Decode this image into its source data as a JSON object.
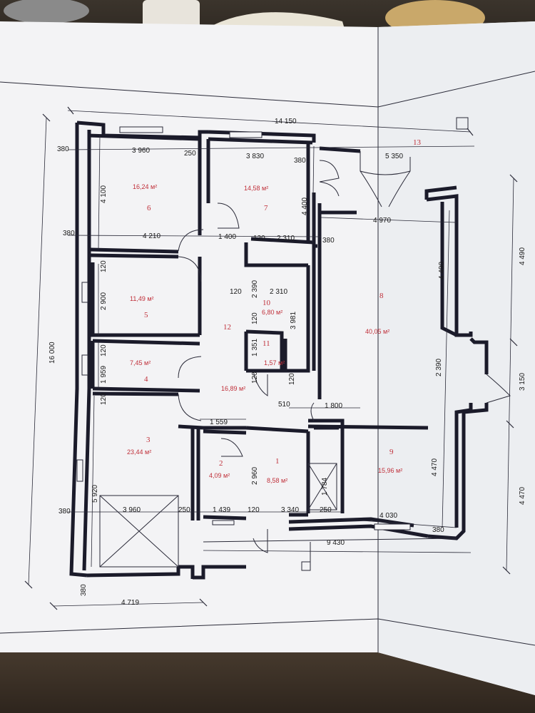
{
  "dimensions": {
    "total_width": "14 150",
    "total_height": "16 000",
    "bottom_width": "4 719",
    "bottom_right": "9 430",
    "right_upper": "4 490",
    "right_mid": "3 150",
    "right_lower": "4 470",
    "room8_height": "4 490",
    "room8_mid": "2 390",
    "room9_height": "4 470",
    "wall_380_a": "380",
    "wall_380_b": "380",
    "wall_380_c": "380",
    "wall_380_d": "380",
    "wall_380_e": "380",
    "wall_380_f": "380",
    "wall_380_g": "380",
    "wall_250_a": "250",
    "wall_250_b": "250",
    "wall_250_c": "250",
    "wall_120_a": "120",
    "wall_120_b": "120",
    "wall_120_c": "120",
    "wall_120_d": "120",
    "wall_120_e": "120",
    "wall_120_f": "120",
    "wall_120_g": "120",
    "wall_120_h": "120",
    "w_3960_top": "3 960",
    "w_3830": "3 830",
    "w_5350": "5 350",
    "w_4210": "4 210",
    "w_1400": "1 400",
    "w_2310_a": "2 310",
    "w_2310_b": "2 310",
    "w_4970": "4 970",
    "w_1559": "1 559",
    "w_510": "510",
    "w_1800": "1 800",
    "w_3960_bottom": "3 960",
    "w_1439": "1 439",
    "w_3340": "3 340",
    "w_4030": "4 030",
    "h_4100": "4 100",
    "h_4400": "4 400",
    "h_2900": "2 900",
    "h_2390": "2 390",
    "h_3981": "3 981",
    "h_1351": "1 351",
    "h_1959": "1 959",
    "h_5920": "5 920",
    "h_2960": "2 960",
    "h_1784": "1 784"
  },
  "rooms": [
    {
      "number": "1",
      "area": "8,58 м²"
    },
    {
      "number": "2",
      "area": "4,09 м²"
    },
    {
      "number": "3",
      "area": "23,44 м²"
    },
    {
      "number": "4",
      "area": "7,45 м²"
    },
    {
      "number": "5",
      "area": "11,49 м²"
    },
    {
      "number": "6",
      "area": "16,24 м²"
    },
    {
      "number": "7",
      "area": "14,58 м²"
    },
    {
      "number": "8",
      "area": "40,05 м²"
    },
    {
      "number": "9",
      "area": "15,96 м²"
    },
    {
      "number": "10",
      "area": "6,80 м²"
    },
    {
      "number": "11",
      "area": "1,57 м²"
    },
    {
      "number": "12",
      "area": "16,89 м²"
    },
    {
      "number": "13",
      "area": ""
    }
  ]
}
